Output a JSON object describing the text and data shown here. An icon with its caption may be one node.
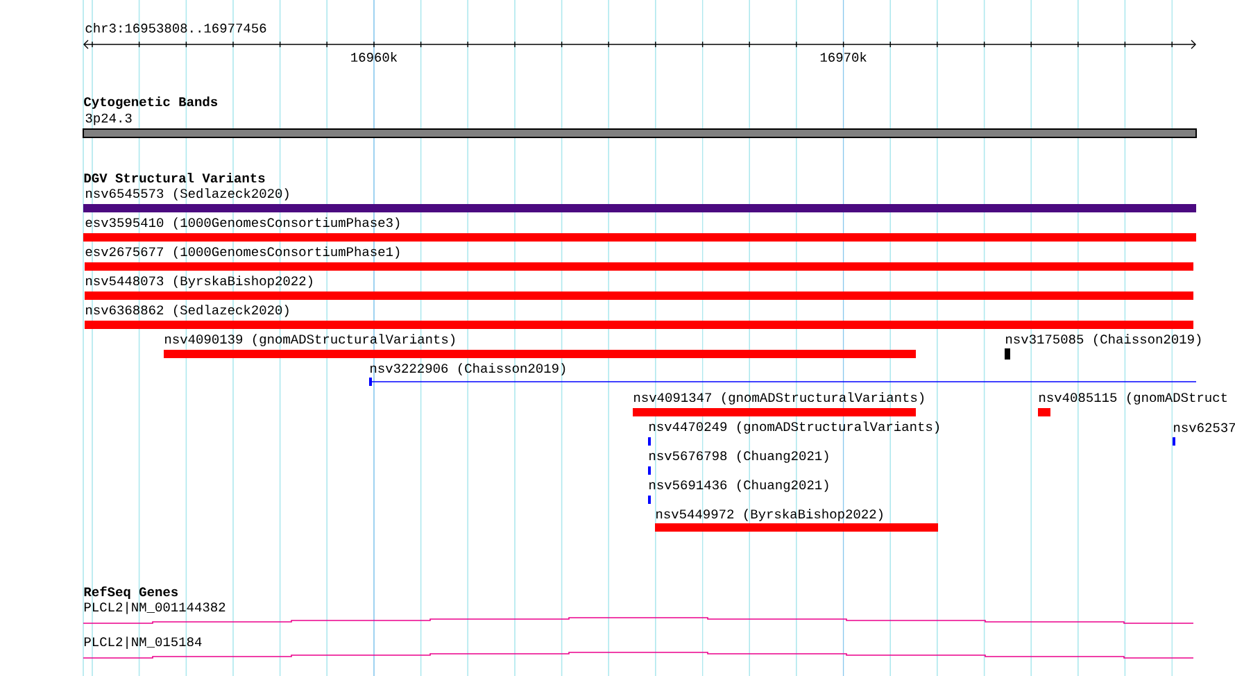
{
  "diagram": {
    "nodes": [
      {
        "text": [
          "3p24.3"
        ]
      },
      {
        "text": [
          "nsv6545573 (Sedlazeck2020)"
        ]
      },
      {
        "text": [
          "esv3595410 (1000GenomesConsortiumPhase3)"
        ]
      },
      {
        "text": [
          "esv2675677 (1000GenomesConsortiumPhase1)"
        ]
      },
      {
        "text": [
          "nsv5448073 (ByrskaBishop2022)"
        ]
      },
      {
        "text": [
          "nsv6368862 (Sedlazeck2020)"
        ]
      },
      {
        "text": [
          "nsv4090139 (gnomADStructuralVariants)"
        ]
      },
      {
        "text": [
          "nsv3175085 (Chaisson2019)"
        ]
      },
      {
        "text": [
          "nsv3222906 (Chaisson2019)"
        ]
      },
      {
        "text": [
          "nsv4091347 (gnomADStructuralVariants)"
        ]
      },
      {
        "text": [
          "nsv4085115 (gnomADStruct"
        ]
      },
      {
        "text": [
          "nsv4470249 (gnomADStructuralVariants)"
        ]
      },
      {
        "text": [
          "nsv62537"
        ]
      },
      {
        "text": [
          "nsv5676798 (Chuang2021)"
        ]
      },
      {
        "text": [
          "nsv5691436 (Chuang2021)"
        ]
      },
      {
        "text": [
          "nsv5449972 (ByrskaBishop2022)"
        ]
      },
      {
        "text": [
          "PLCL2|NM_001144382"
        ]
      },
      {
        "text": [
          "PLCL2|NM_015184"
        ]
      }
    ],
    "labels": [
      "chr3:16953808..16977456",
      "16960k",
      "16970k",
      "Cytogenetic Bands",
      "DGV Structural Variants",
      "RefSeq Genes"
    ]
  }
}
